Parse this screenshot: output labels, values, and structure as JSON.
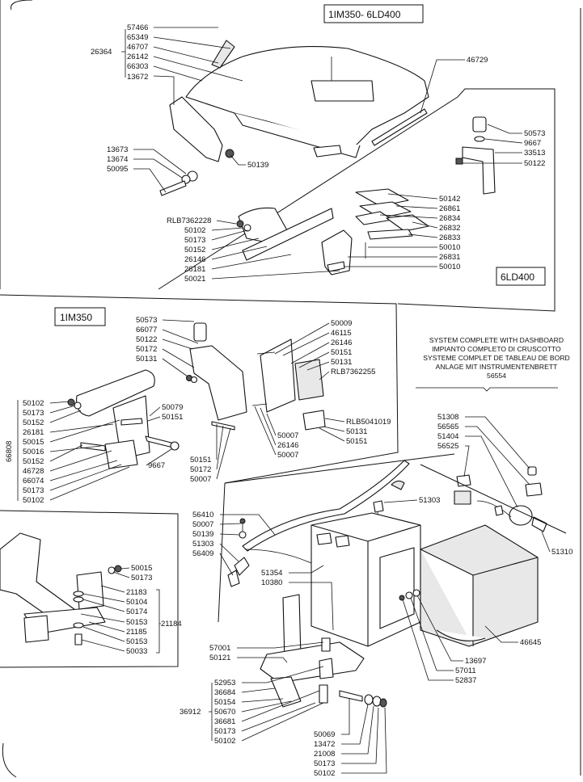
{
  "boxes": {
    "top_title": "1IM350- 6LD400",
    "left_title": "1IM350",
    "right_tag": "6LD400"
  },
  "system": {
    "line1": "SYSTEM COMPLETE WITH DASHBOARD",
    "line2": "IMPIANTO COMPLETO DI CRUSCOTTO",
    "line3": "SYSTEME COMPLET DE TABLEAU DE BORD",
    "line4": "ANLAGE MIT INSTRUMENTENBRETT",
    "code": "56554"
  },
  "groups": {
    "g26364": "26364",
    "g66808": "66808",
    "g21184": "21184",
    "g36912": "36912"
  },
  "labels": {
    "seat_stack": [
      "57466",
      "65349",
      "46707",
      "26142",
      "66303",
      "13672"
    ],
    "seat_right": "46729",
    "seat_left_stack": [
      "13673",
      "13674",
      "50095"
    ],
    "seat_50139": "50139",
    "bracket6_right": [
      "50573",
      "9667",
      "33513",
      "50122"
    ],
    "plate_right": [
      "50142",
      "26861",
      "26834",
      "26832",
      "26833",
      "50010",
      "26831",
      "50010"
    ],
    "plate_left": [
      "RLB7362228",
      "50102",
      "50173",
      "50152",
      "26146",
      "26181",
      "50021"
    ],
    "reg_left": [
      "50573",
      "66077",
      "50122",
      "50172",
      "50131"
    ],
    "reg_right": [
      "50009",
      "46115",
      "26146",
      "50151",
      "50131",
      "RLB7362255"
    ],
    "reg_mid": [
      "50079",
      "50151"
    ],
    "reg_bottom_left": [
      "50151",
      "50172",
      "50007"
    ],
    "reg_bottom_mid": [
      "50007",
      "26146",
      "50007"
    ],
    "reg_rlb": [
      "RLB5041019",
      "50131",
      "50151"
    ],
    "left_stack": [
      "50102",
      "50173",
      "50152",
      "26181",
      "50015",
      "50016",
      "50152",
      "46728",
      "66074",
      "50173",
      "50102"
    ],
    "left_9667": "9667",
    "bl_stack": [
      "50015",
      "50173"
    ],
    "bl_stack2": [
      "21183",
      "50104",
      "50174",
      "50153",
      "21185",
      "50153",
      "50033"
    ],
    "dash_stack": [
      "51308",
      "56565",
      "51404",
      "56525"
    ],
    "dash_51310": "51310",
    "cable_51303": "51303",
    "cable_stack": [
      "56410",
      "50007",
      "50139",
      "51303",
      "56409"
    ],
    "battery_labels": [
      "51354",
      "10380"
    ],
    "batt_right": "46645",
    "batt_bottom": [
      "13697",
      "57011",
      "52837"
    ],
    "base_left": [
      "57001",
      "50121"
    ],
    "base_stack": [
      "52953",
      "36684",
      "50154",
      "50670",
      "36681",
      "50173",
      "50102"
    ],
    "base_bottom": [
      "50069",
      "13472",
      "21008",
      "50173",
      "50102"
    ]
  }
}
